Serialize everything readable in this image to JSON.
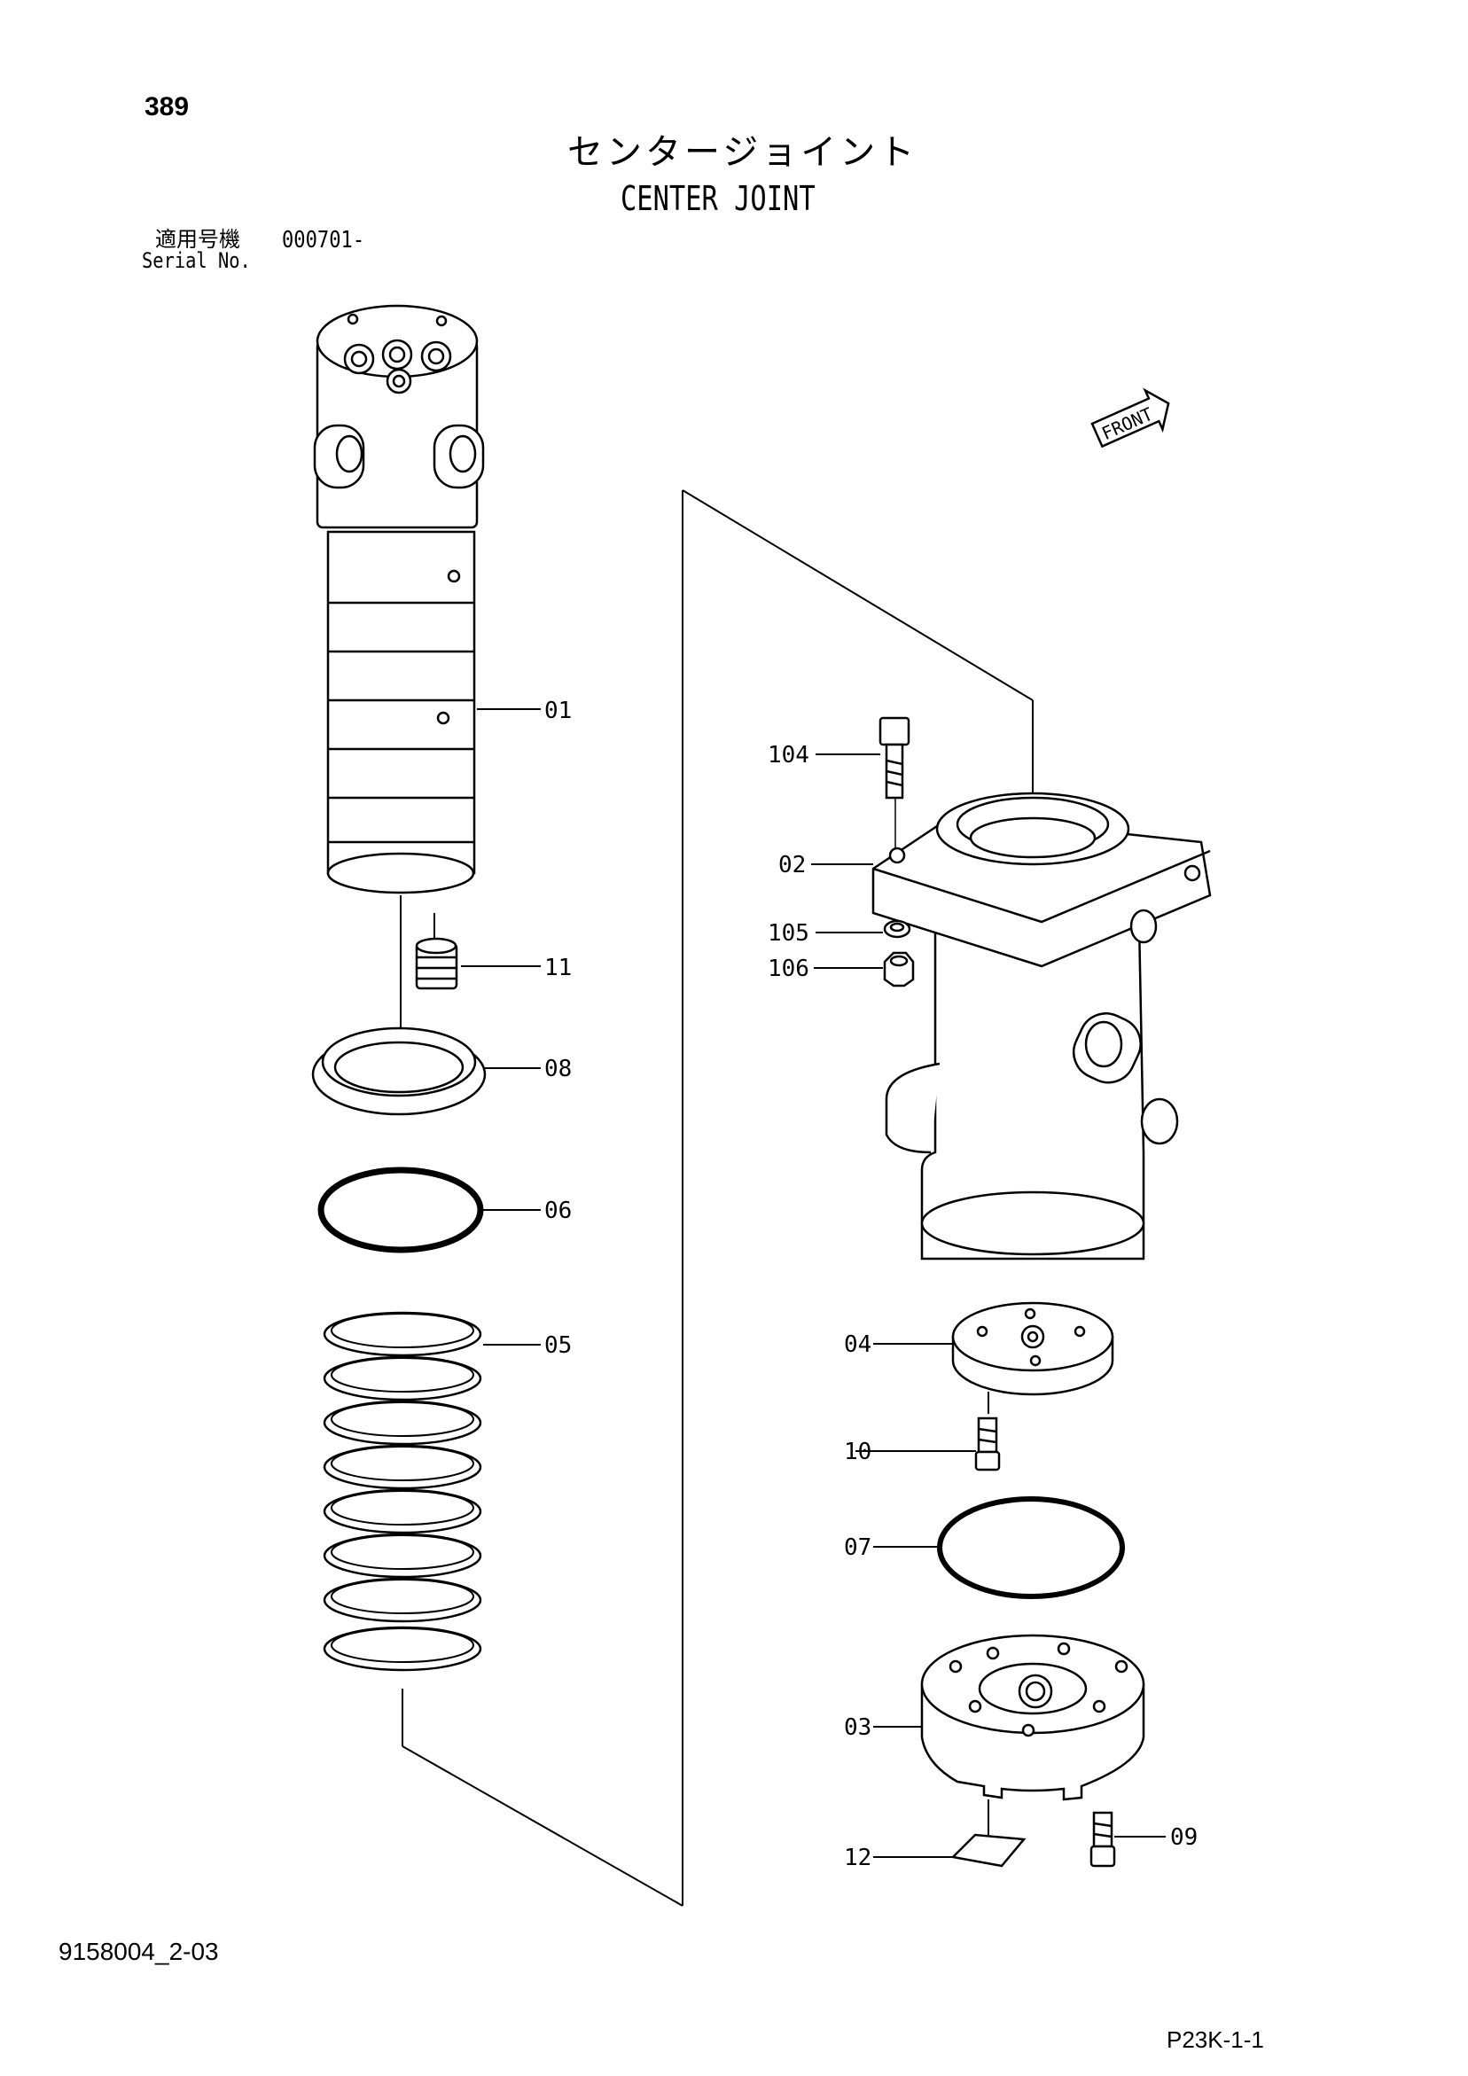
{
  "page_number": "389",
  "title_jp": "センタージョイント",
  "title_en": "CENTER JOINT",
  "serial": {
    "label_jp": "適用号機",
    "label_en": "Serial No.",
    "value": "000701-"
  },
  "front_indicator": "FRONT",
  "part_labels": {
    "p01": "01",
    "p02": "02",
    "p03": "03",
    "p04": "04",
    "p05": "05",
    "p06": "06",
    "p07": "07",
    "p08": "08",
    "p09": "09",
    "p10": "10",
    "p11": "11",
    "p12": "12",
    "p104": "104",
    "p105": "105",
    "p106": "106"
  },
  "footer": {
    "doc_code": "9158004_2-03",
    "page_code": "P23K-1-1"
  }
}
